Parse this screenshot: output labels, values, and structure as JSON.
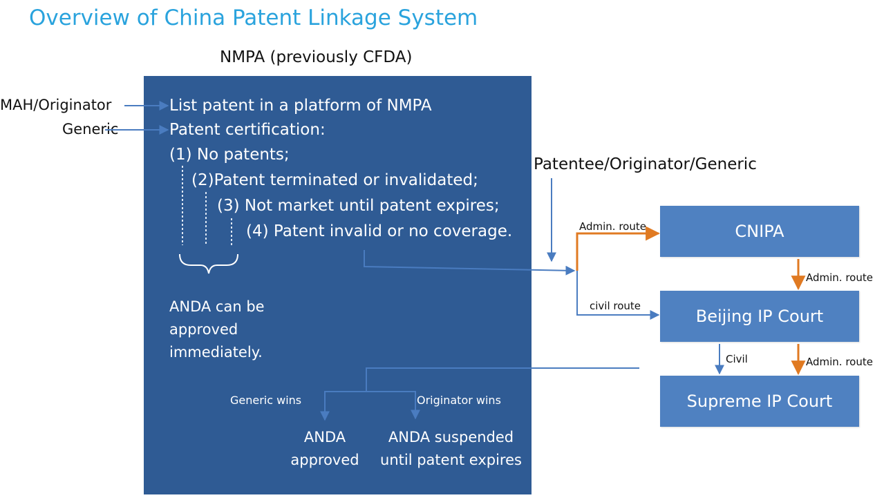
{
  "title": "Overview of China Patent Linkage System",
  "nmpa_label": "NMPA (previously CFDA)",
  "left_labels": {
    "mah": "MAH/Originator",
    "generic": "Generic"
  },
  "nmpa_box": {
    "list_patent": "List patent in a platform of NMPA",
    "certification": "Patent certification:",
    "options": [
      "(1) No patents;",
      "(2)Patent terminated or invalidated;",
      "(3) Not market until patent expires;",
      "(4) Patent invalid or no coverage."
    ],
    "anda_immediate": [
      "ANDA can be",
      "approved",
      "immediately."
    ],
    "generic_wins": "Generic wins",
    "originator_wins": "Originator wins",
    "anda_approved": [
      "ANDA",
      "approved"
    ],
    "anda_suspended": [
      "ANDA suspended",
      "until patent expires"
    ]
  },
  "patentee_label": "Patentee/Originator/Generic",
  "routes": {
    "admin_route_top": "Admin. route",
    "civil_route": "civil route",
    "admin_route_cnipa_beijing": "Admin. route",
    "civil": "Civil",
    "admin_route_beijing_supreme": "Admin. route"
  },
  "boxes": {
    "cnipa": "CNIPA",
    "beijing": "Beijing IP Court",
    "supreme": "Supreme IP Court"
  },
  "colors": {
    "title": "#2aa3dd",
    "nmpa_box": "#2f5b94",
    "court_box": "#4f81c1",
    "blue_arrow": "#4a7cc0",
    "orange_arrow": "#e07a22"
  }
}
